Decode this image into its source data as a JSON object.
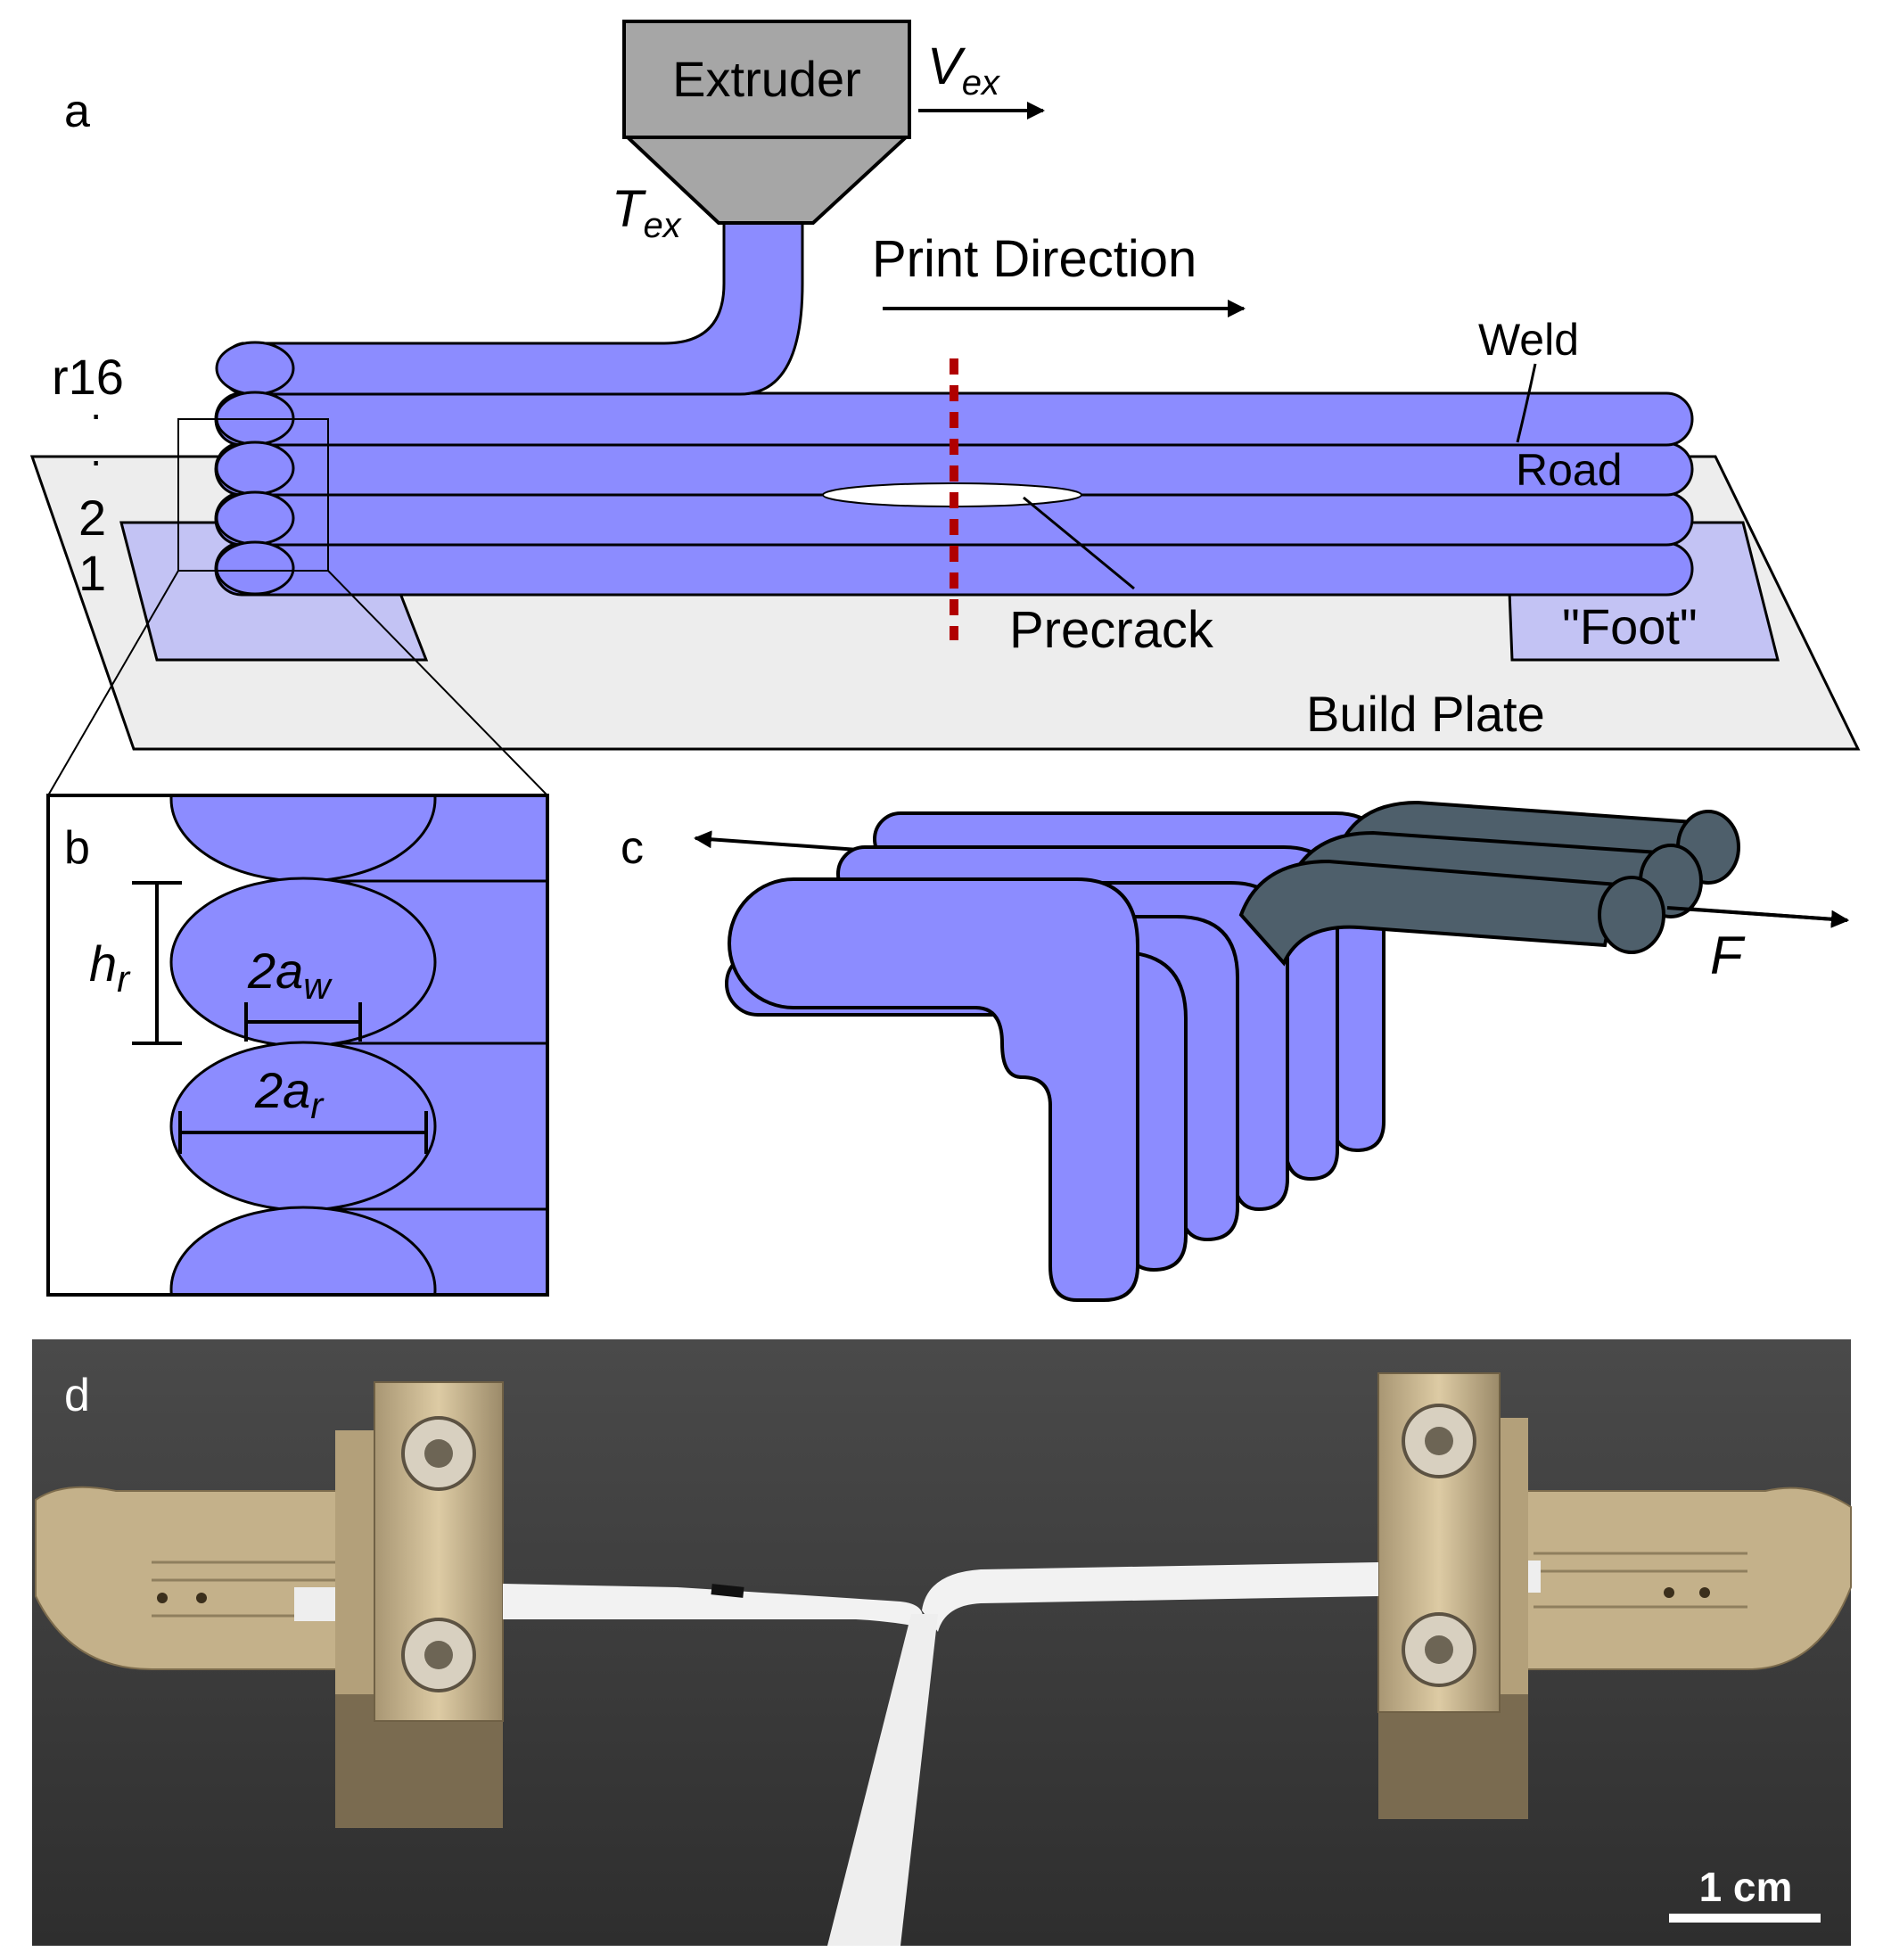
{
  "colors": {
    "road": "#8c8cff",
    "road_dark": "#4e5f6b",
    "extruder": "#a6a6a6",
    "plate": "#ededed",
    "foot": "#c3c3f4",
    "precrack_line": "#b00000",
    "photo_bg": "#3b3b3b",
    "clamp": "#c9b690"
  },
  "panel_a": {
    "label": "a",
    "extruder_label": "Extruder",
    "v_main": "V",
    "v_sub": "ex",
    "t_main": "T",
    "t_sub": "ex",
    "print_direction": "Print Direction",
    "layer_top": "r16",
    "layer_2": "2",
    "layer_1": "1",
    "weld": "Weld",
    "road": "Road",
    "precrack": "Precrack",
    "foot": "\"Foot\"",
    "build_plate": "Build Plate"
  },
  "panel_b": {
    "label": "b",
    "h_main": "h",
    "h_sub": "r",
    "aw_main": "2a",
    "aw_sub": "w",
    "ar_main": "2a",
    "ar_sub": "r"
  },
  "panel_c": {
    "label": "c",
    "force": "F"
  },
  "panel_d": {
    "label": "d",
    "scale_bar": "1 cm"
  }
}
